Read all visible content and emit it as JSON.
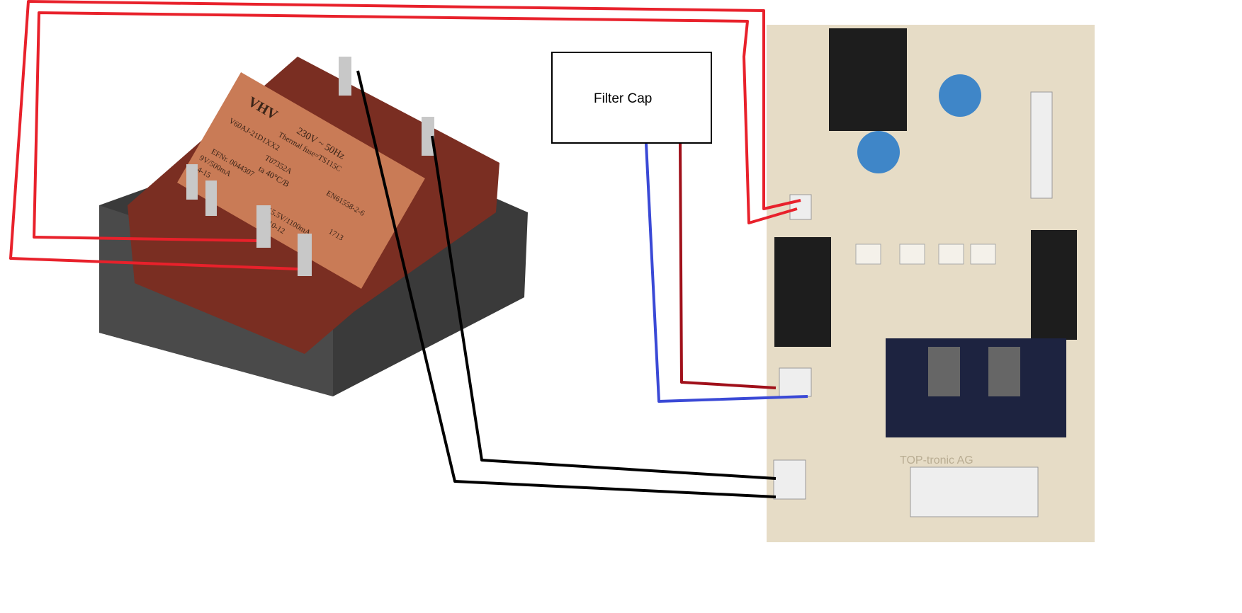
{
  "diagram": {
    "filter_cap_label": "Filter Cap",
    "transformer_label": {
      "brand": "VHV",
      "voltage": "230V ~ 50Hz",
      "fuse": "Thermal fuse=TS115C",
      "model": "V60AJ-21D1XX2",
      "code": "T07352A",
      "standard": "EN61558-2-6",
      "ta": "ta 40°C/B",
      "ef": "EFNr. 0044307",
      "out1": "9V/500mA",
      "pins1": "14-15",
      "out2": "15.5V/1100mA",
      "pins2": "10-12",
      "date": "1713"
    },
    "pcb_label": "TOP-tronic AG",
    "wire_colors": {
      "red": "#e8212b",
      "black": "#000000",
      "blue": "#3a49d6",
      "darkred": "#a0101a"
    }
  }
}
